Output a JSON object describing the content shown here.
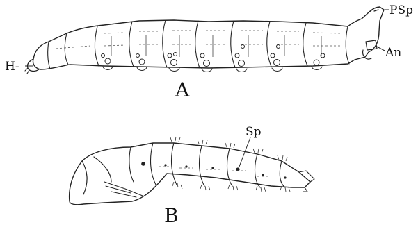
{
  "figure": {
    "panel_a": {
      "panel_label": "A",
      "labels": {
        "head": "H-",
        "posterior_spiracle": "PSp",
        "anus": "An"
      }
    },
    "panel_b": {
      "panel_label": "B",
      "labels": {
        "spiracle": "Sp"
      }
    },
    "ink_color": "#222222",
    "background_color": "#ffffff"
  }
}
